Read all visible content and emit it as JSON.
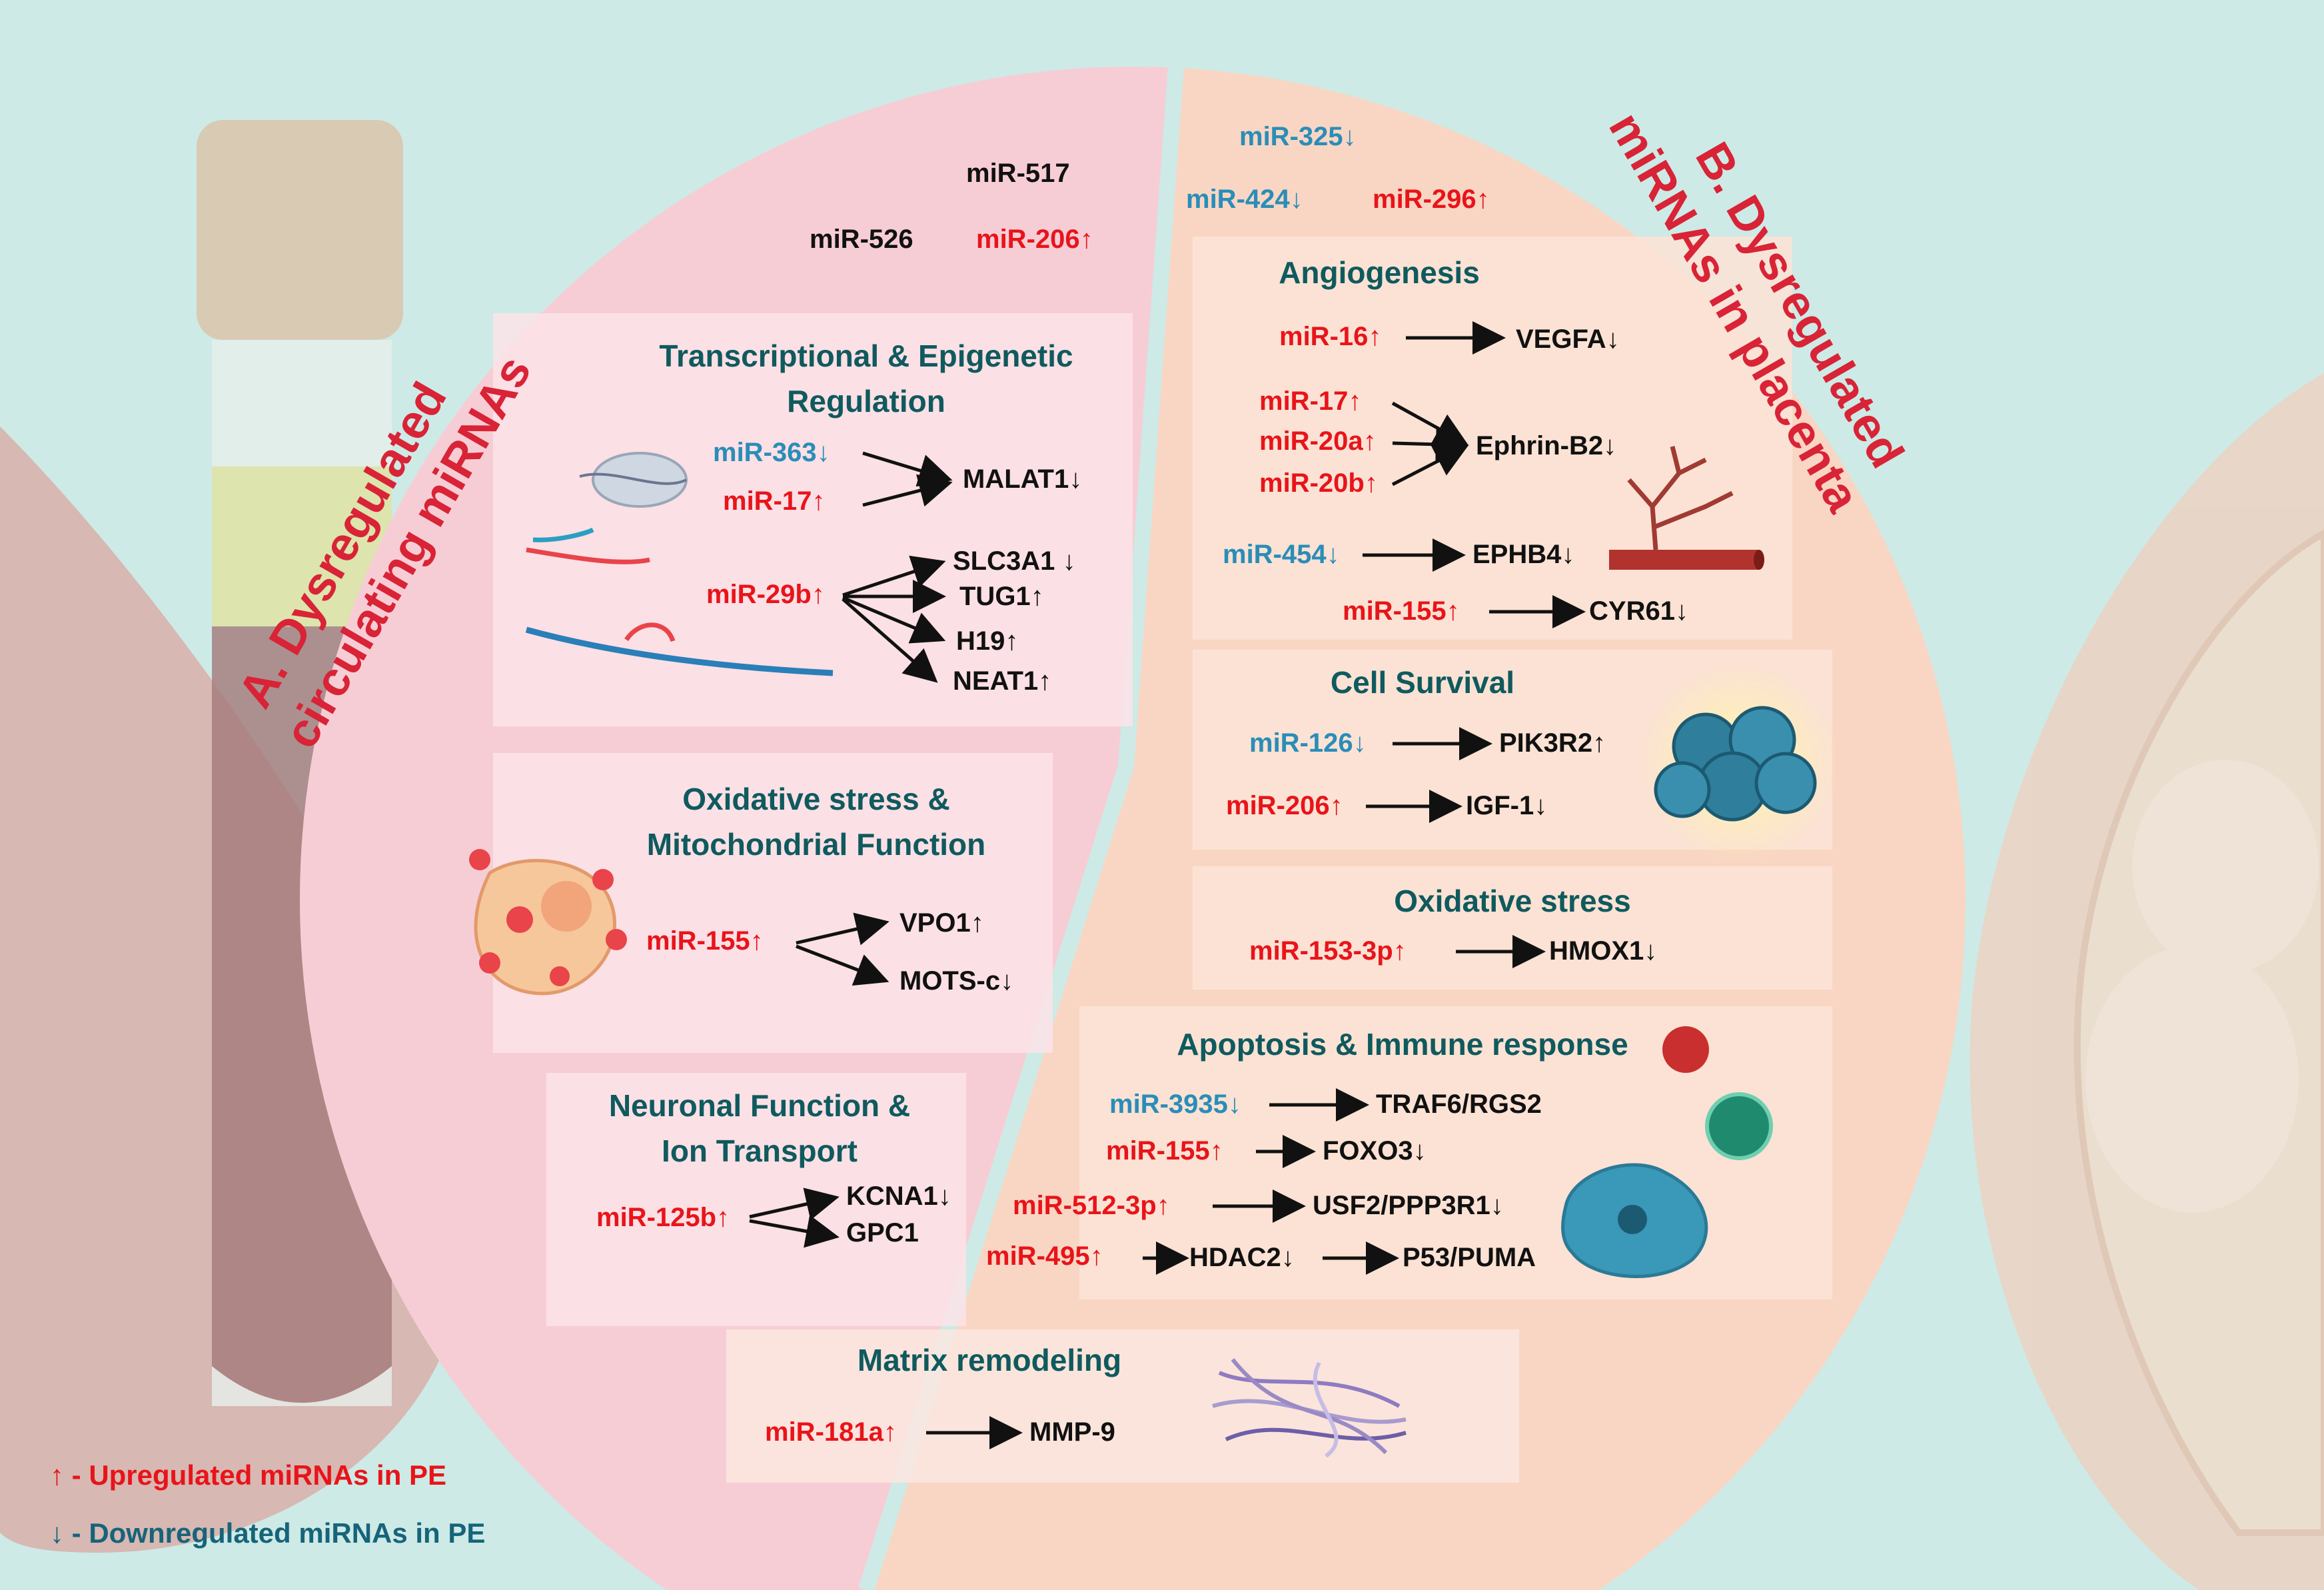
{
  "colors": {
    "background": "#cdeae6",
    "left_pie": "#f7cdd5",
    "right_pie": "#f9d6c3",
    "up_text": "#e8141a",
    "down_text": "#2a8db8",
    "title_text": "#0f5a5e",
    "side_title": "#d92336"
  },
  "left_title": [
    "A. Dysregulated",
    "circulating miRNAs"
  ],
  "right_title": [
    "B. Dysregulated",
    "miRNAs in placenta"
  ],
  "left": {
    "top_mirnas": {
      "mir517": "miR-517",
      "mir526": "miR-526",
      "mir206": "miR-206↑"
    },
    "transcriptional": {
      "title": [
        "Transcriptional  & Epigenetic",
        "Regulation"
      ],
      "mir363": "miR-363↓",
      "mir17": "miR-17↑",
      "malat1": "MALAT1↓",
      "mir29b": "miR-29b↑",
      "slc3a1": "SLC3A1 ↓",
      "tug1": "TUG1↑",
      "h19": "H19↑",
      "neat1": "NEAT1↑"
    },
    "oxidative": {
      "title": [
        "Oxidative stress &",
        "Mitochondrial  Function"
      ],
      "mir155": "miR-155↑",
      "vpo1": "VPO1↑",
      "mots": "MOTS-c↓"
    },
    "neuronal": {
      "title": [
        "Neuronal Function  &",
        "Ion Transport"
      ],
      "mir125b": "miR-125b↑",
      "kcna1": "KCNA1↓",
      "gpc1": "GPC1"
    }
  },
  "right": {
    "top_mirnas": {
      "mir325": "miR-325↓",
      "mir424": "miR-424↓",
      "mir296": "miR-296↑"
    },
    "angiogenesis": {
      "title": "Angiogenesis",
      "mir16": "miR-16↑",
      "vegfa": "VEGFA↓",
      "mir17": "miR-17↑",
      "mir20a": "miR-20a↑",
      "mir20b": "miR-20b↑",
      "ephrin": "Ephrin-B2↓",
      "mir454": "miR-454↓",
      "ephb4": "EPHB4↓",
      "mir155": "miR-155↑",
      "cyr61": "CYR61↓"
    },
    "cell_survival": {
      "title": "Cell Survival",
      "mir126": "miR-126↓",
      "pik3r2": "PIK3R2↑",
      "mir206": "miR-206↑",
      "igf1": "IGF-1↓"
    },
    "oxidative": {
      "title": "Oxidative stress",
      "mir153": "miR-153-3p↑",
      "hmox1": "HMOX1↓"
    },
    "apoptosis": {
      "title": "Apoptosis  & Immune response",
      "mir3935": "miR-3935↓",
      "traf6": "TRAF6/RGS2",
      "mir155": "miR-155↑",
      "foxo3": "FOXO3↓",
      "mir512": "miR-512-3p↑",
      "usf2": "USF2/PPP3R1↓",
      "mir495": "miR-495↑",
      "hdac2": "HDAC2↓",
      "p53": "P53/PUMA"
    }
  },
  "matrix": {
    "title": "Matrix remodeling",
    "mir181a": "miR-181a↑",
    "mmp9": "MMP-9"
  },
  "legend": {
    "up": "↑ - Upregulated miRNAs in PE",
    "down": "↓ - Downregulated miRNAs in PE"
  }
}
